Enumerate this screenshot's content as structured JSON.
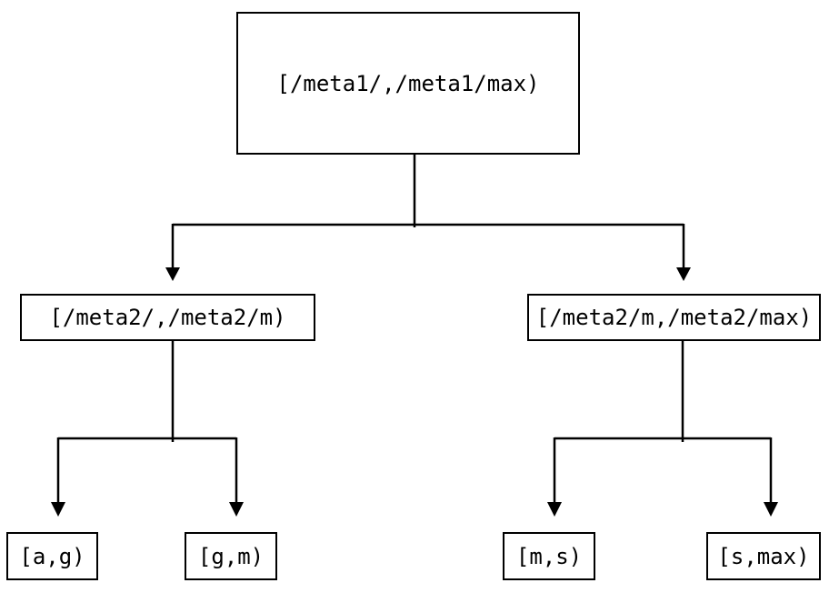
{
  "diagram": {
    "nodes": {
      "root": {
        "label": "[/meta1/,/meta1/max)"
      },
      "meta2_low": {
        "label": "[/meta2/,/meta2/m)"
      },
      "meta2_high": {
        "label": "[/meta2/m,/meta2/max)"
      },
      "leaf_ag": {
        "label": "[a,g)"
      },
      "leaf_gm": {
        "label": "[g,m)"
      },
      "leaf_ms": {
        "label": "[m,s)"
      },
      "leaf_smax": {
        "label": "[s,max)"
      }
    },
    "edges": [
      {
        "from": "root",
        "to": "meta2_low"
      },
      {
        "from": "root",
        "to": "meta2_high"
      },
      {
        "from": "meta2_low",
        "to": "leaf_ag"
      },
      {
        "from": "meta2_low",
        "to": "leaf_gm"
      },
      {
        "from": "meta2_high",
        "to": "leaf_ms"
      },
      {
        "from": "meta2_high",
        "to": "leaf_smax"
      }
    ],
    "colors": {
      "background": "#ffffff",
      "line": "#000000",
      "text": "#000000"
    }
  }
}
